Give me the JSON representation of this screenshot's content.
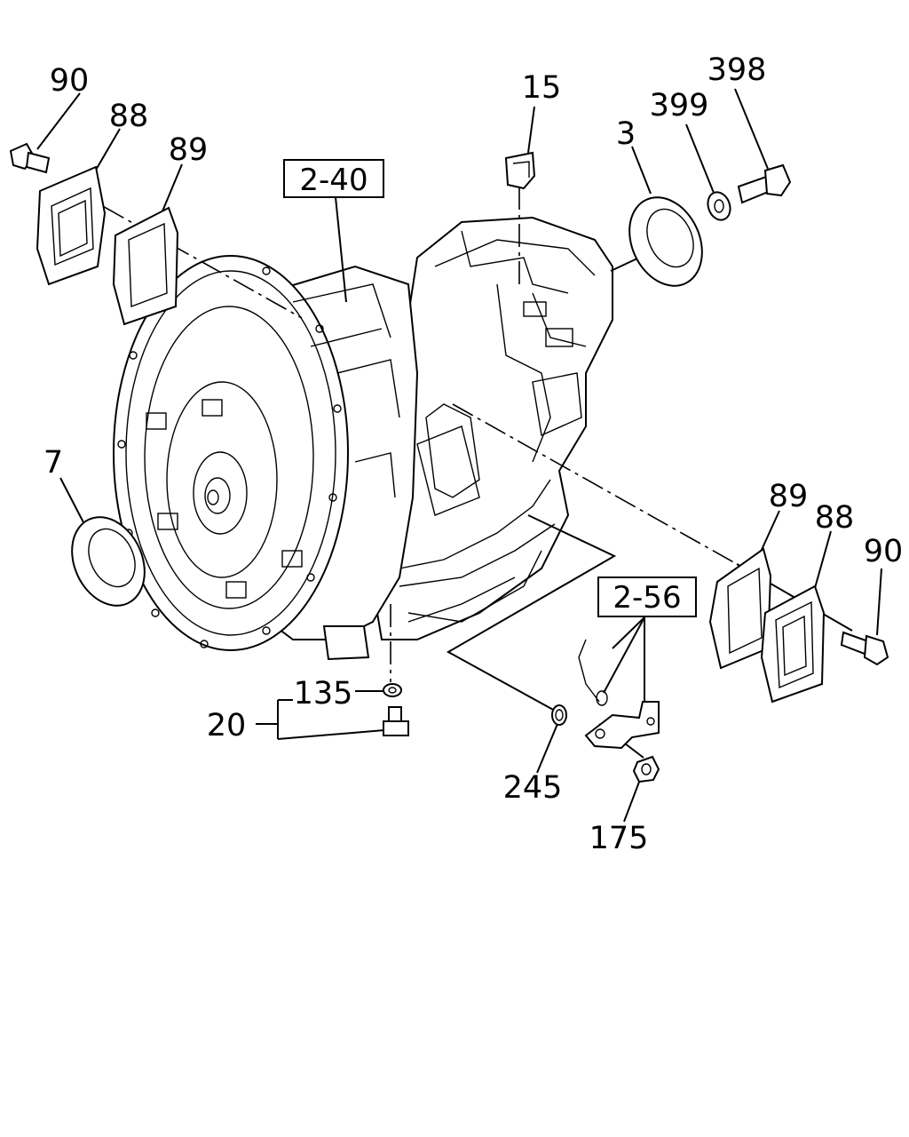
{
  "callouts": {
    "c90_top": "90",
    "c88_top": "88",
    "c89_top": "89",
    "c15": "15",
    "c399": "399",
    "c398": "398",
    "c3": "3",
    "c7": "7",
    "c89_right": "89",
    "c88_right": "88",
    "c90_right": "90",
    "c135": "135",
    "c20": "20",
    "c245": "245",
    "c175": "175"
  },
  "references": {
    "ref_2_40": "2-40",
    "ref_2_56": "2-56"
  }
}
